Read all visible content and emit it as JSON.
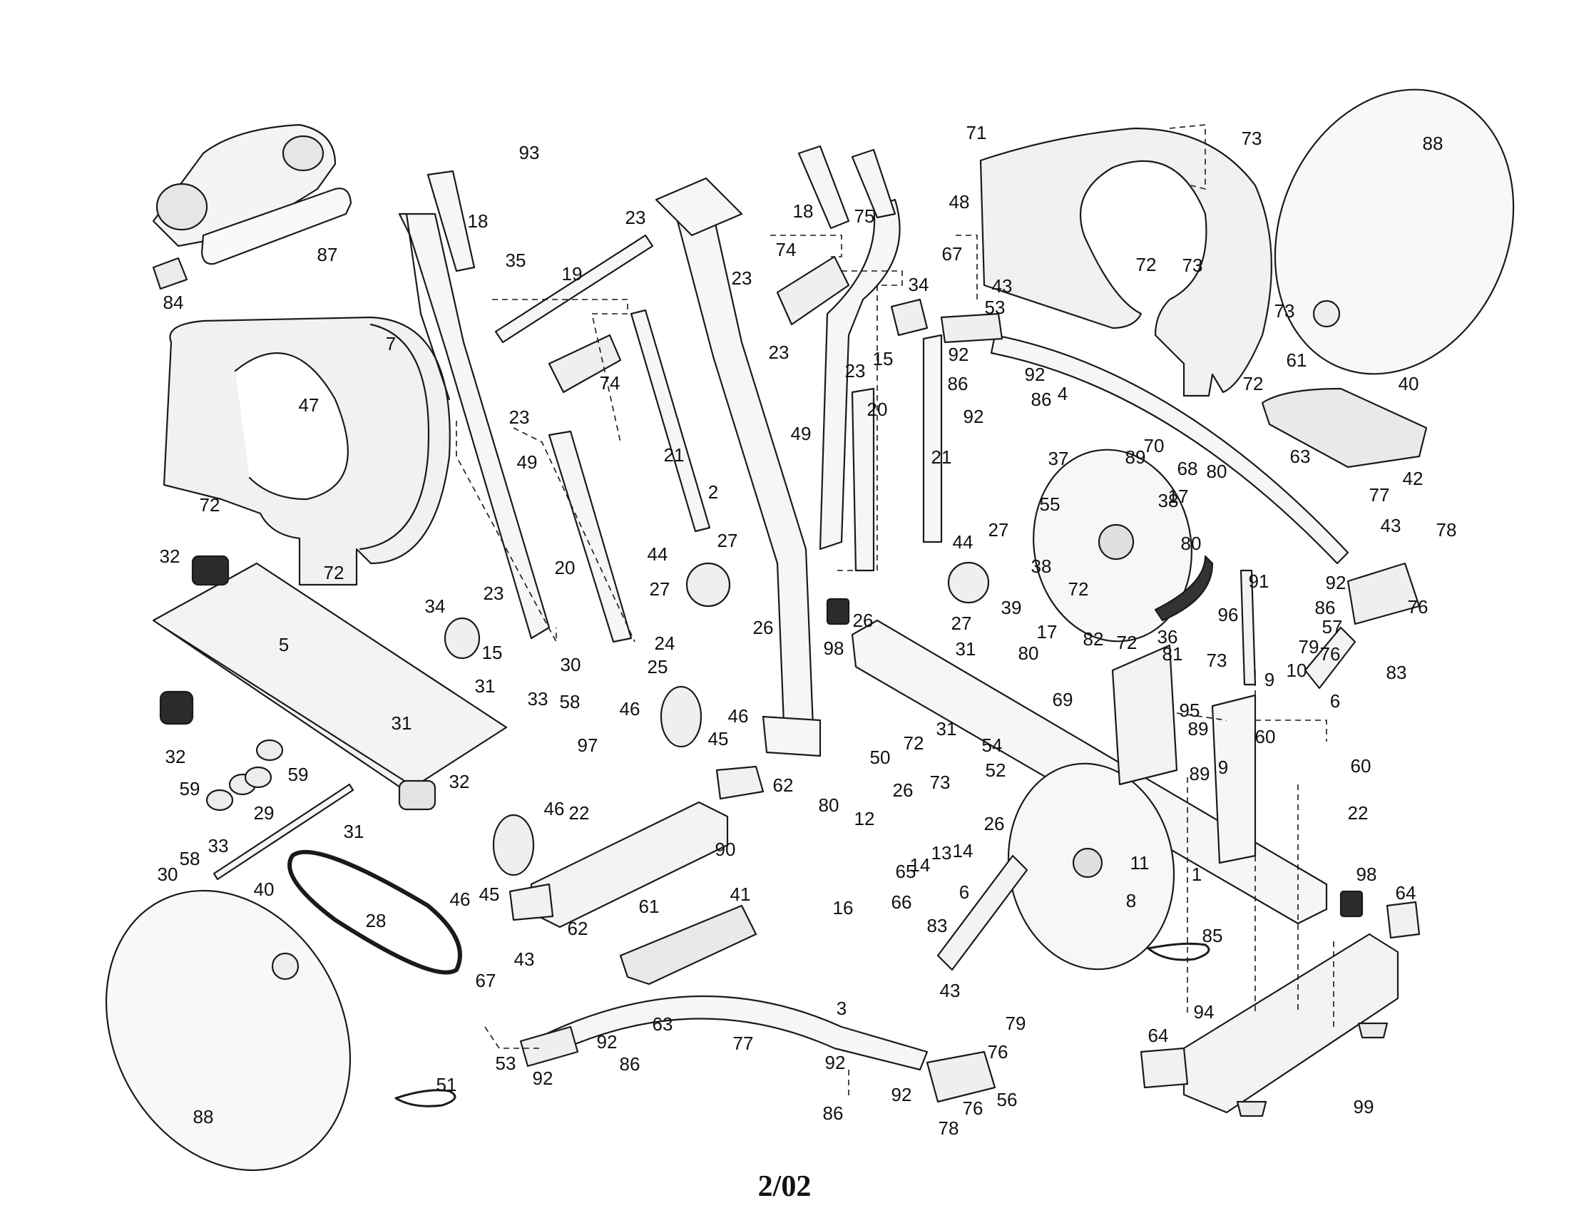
{
  "page_label": "2/02",
  "parts": [
    {
      "id": "p-1",
      "label": "1"
    },
    {
      "id": "p-2",
      "label": "2"
    },
    {
      "id": "p-3",
      "label": "3"
    },
    {
      "id": "p-4",
      "label": "4"
    },
    {
      "id": "p-5",
      "label": "5"
    },
    {
      "id": "p-6a",
      "label": "6"
    },
    {
      "id": "p-6b",
      "label": "6"
    },
    {
      "id": "p-7",
      "label": "7"
    },
    {
      "id": "p-8",
      "label": "8"
    },
    {
      "id": "p-9a",
      "label": "9"
    },
    {
      "id": "p-9b",
      "label": "9"
    },
    {
      "id": "p-10",
      "label": "10"
    },
    {
      "id": "p-11",
      "label": "11"
    },
    {
      "id": "p-12",
      "label": "12"
    },
    {
      "id": "p-13",
      "label": "13"
    },
    {
      "id": "p-14a",
      "label": "14"
    },
    {
      "id": "p-14b",
      "label": "14"
    },
    {
      "id": "p-15a",
      "label": "15"
    },
    {
      "id": "p-15b",
      "label": "15"
    },
    {
      "id": "p-16",
      "label": "16"
    },
    {
      "id": "p-17a",
      "label": "17"
    },
    {
      "id": "p-17b",
      "label": "17"
    },
    {
      "id": "p-18a",
      "label": "18"
    },
    {
      "id": "p-18b",
      "label": "18"
    },
    {
      "id": "p-19",
      "label": "19"
    },
    {
      "id": "p-20a",
      "label": "20"
    },
    {
      "id": "p-20b",
      "label": "20"
    },
    {
      "id": "p-21a",
      "label": "21"
    },
    {
      "id": "p-21b",
      "label": "21"
    },
    {
      "id": "p-22a",
      "label": "22"
    },
    {
      "id": "p-22b",
      "label": "22"
    },
    {
      "id": "p-23a",
      "label": "23"
    },
    {
      "id": "p-23b",
      "label": "23"
    },
    {
      "id": "p-23c",
      "label": "23"
    },
    {
      "id": "p-23d",
      "label": "23"
    },
    {
      "id": "p-23e",
      "label": "23"
    },
    {
      "id": "p-23f",
      "label": "23"
    },
    {
      "id": "p-24",
      "label": "24"
    },
    {
      "id": "p-25",
      "label": "25"
    },
    {
      "id": "p-26a",
      "label": "26"
    },
    {
      "id": "p-26b",
      "label": "26"
    },
    {
      "id": "p-26c",
      "label": "26"
    },
    {
      "id": "p-26d",
      "label": "26"
    },
    {
      "id": "p-27a",
      "label": "27"
    },
    {
      "id": "p-27b",
      "label": "27"
    },
    {
      "id": "p-27c",
      "label": "27"
    },
    {
      "id": "p-27d",
      "label": "27"
    },
    {
      "id": "p-28",
      "label": "28"
    },
    {
      "id": "p-29",
      "label": "29"
    },
    {
      "id": "p-30a",
      "label": "30"
    },
    {
      "id": "p-30b",
      "label": "30"
    },
    {
      "id": "p-31a",
      "label": "31"
    },
    {
      "id": "p-31b",
      "label": "31"
    },
    {
      "id": "p-31c",
      "label": "31"
    },
    {
      "id": "p-31d",
      "label": "31"
    },
    {
      "id": "p-31e",
      "label": "31"
    },
    {
      "id": "p-32a",
      "label": "32"
    },
    {
      "id": "p-32b",
      "label": "32"
    },
    {
      "id": "p-32c",
      "label": "32"
    },
    {
      "id": "p-33a",
      "label": "33"
    },
    {
      "id": "p-33b",
      "label": "33"
    },
    {
      "id": "p-34a",
      "label": "34"
    },
    {
      "id": "p-34b",
      "label": "34"
    },
    {
      "id": "p-35",
      "label": "35"
    },
    {
      "id": "p-36",
      "label": "36"
    },
    {
      "id": "p-37",
      "label": "37"
    },
    {
      "id": "p-38a",
      "label": "38"
    },
    {
      "id": "p-38b",
      "label": "38"
    },
    {
      "id": "p-39",
      "label": "39"
    },
    {
      "id": "p-40a",
      "label": "40"
    },
    {
      "id": "p-40b",
      "label": "40"
    },
    {
      "id": "p-41",
      "label": "41"
    },
    {
      "id": "p-42",
      "label": "42"
    },
    {
      "id": "p-43a",
      "label": "43"
    },
    {
      "id": "p-43b",
      "label": "43"
    },
    {
      "id": "p-43c",
      "label": "43"
    },
    {
      "id": "p-43d",
      "label": "43"
    },
    {
      "id": "p-44a",
      "label": "44"
    },
    {
      "id": "p-44b",
      "label": "44"
    },
    {
      "id": "p-45a",
      "label": "45"
    },
    {
      "id": "p-45b",
      "label": "45"
    },
    {
      "id": "p-46a",
      "label": "46"
    },
    {
      "id": "p-46b",
      "label": "46"
    },
    {
      "id": "p-46c",
      "label": "46"
    },
    {
      "id": "p-46d",
      "label": "46"
    },
    {
      "id": "p-47",
      "label": "47"
    },
    {
      "id": "p-48",
      "label": "48"
    },
    {
      "id": "p-49a",
      "label": "49"
    },
    {
      "id": "p-49b",
      "label": "49"
    },
    {
      "id": "p-50",
      "label": "50"
    },
    {
      "id": "p-51",
      "label": "51"
    },
    {
      "id": "p-52",
      "label": "52"
    },
    {
      "id": "p-53a",
      "label": "53"
    },
    {
      "id": "p-53b",
      "label": "53"
    },
    {
      "id": "p-54",
      "label": "54"
    },
    {
      "id": "p-55",
      "label": "55"
    },
    {
      "id": "p-56",
      "label": "56"
    },
    {
      "id": "p-57",
      "label": "57"
    },
    {
      "id": "p-58a",
      "label": "58"
    },
    {
      "id": "p-58b",
      "label": "58"
    },
    {
      "id": "p-59a",
      "label": "59"
    },
    {
      "id": "p-59b",
      "label": "59"
    },
    {
      "id": "p-60a",
      "label": "60"
    },
    {
      "id": "p-60b",
      "label": "60"
    },
    {
      "id": "p-61a",
      "label": "61"
    },
    {
      "id": "p-61b",
      "label": "61"
    },
    {
      "id": "p-62a",
      "label": "62"
    },
    {
      "id": "p-62b",
      "label": "62"
    },
    {
      "id": "p-63a",
      "label": "63"
    },
    {
      "id": "p-63b",
      "label": "63"
    },
    {
      "id": "p-64a",
      "label": "64"
    },
    {
      "id": "p-64b",
      "label": "64"
    },
    {
      "id": "p-65",
      "label": "65"
    },
    {
      "id": "p-66",
      "label": "66"
    },
    {
      "id": "p-67a",
      "label": "67"
    },
    {
      "id": "p-67b",
      "label": "67"
    },
    {
      "id": "p-68",
      "label": "68"
    },
    {
      "id": "p-69",
      "label": "69"
    },
    {
      "id": "p-70",
      "label": "70"
    },
    {
      "id": "p-71",
      "label": "71"
    },
    {
      "id": "p-72a",
      "label": "72"
    },
    {
      "id": "p-72b",
      "label": "72"
    },
    {
      "id": "p-72c",
      "label": "72"
    },
    {
      "id": "p-72d",
      "label": "72"
    },
    {
      "id": "p-72e",
      "label": "72"
    },
    {
      "id": "p-72f",
      "label": "72"
    },
    {
      "id": "p-72g",
      "label": "72"
    },
    {
      "id": "p-73a",
      "label": "73"
    },
    {
      "id": "p-73b",
      "label": "73"
    },
    {
      "id": "p-73c",
      "label": "73"
    },
    {
      "id": "p-73d",
      "label": "73"
    },
    {
      "id": "p-73e",
      "label": "73"
    },
    {
      "id": "p-74a",
      "label": "74"
    },
    {
      "id": "p-74b",
      "label": "74"
    },
    {
      "id": "p-75",
      "label": "75"
    },
    {
      "id": "p-76a",
      "label": "76"
    },
    {
      "id": "p-76b",
      "label": "76"
    },
    {
      "id": "p-76c",
      "label": "76"
    },
    {
      "id": "p-76d",
      "label": "76"
    },
    {
      "id": "p-77a",
      "label": "77"
    },
    {
      "id": "p-77b",
      "label": "77"
    },
    {
      "id": "p-78a",
      "label": "78"
    },
    {
      "id": "p-78b",
      "label": "78"
    },
    {
      "id": "p-79a",
      "label": "79"
    },
    {
      "id": "p-79b",
      "label": "79"
    },
    {
      "id": "p-80a",
      "label": "80"
    },
    {
      "id": "p-80b",
      "label": "80"
    },
    {
      "id": "p-80c",
      "label": "80"
    },
    {
      "id": "p-80d",
      "label": "80"
    },
    {
      "id": "p-81",
      "label": "81"
    },
    {
      "id": "p-82",
      "label": "82"
    },
    {
      "id": "p-83a",
      "label": "83"
    },
    {
      "id": "p-83b",
      "label": "83"
    },
    {
      "id": "p-84",
      "label": "84"
    },
    {
      "id": "p-85",
      "label": "85"
    },
    {
      "id": "p-86a",
      "label": "86"
    },
    {
      "id": "p-86b",
      "label": "86"
    },
    {
      "id": "p-86c",
      "label": "86"
    },
    {
      "id": "p-86d",
      "label": "86"
    },
    {
      "id": "p-86e",
      "label": "86"
    },
    {
      "id": "p-87",
      "label": "87"
    },
    {
      "id": "p-88a",
      "label": "88"
    },
    {
      "id": "p-88b",
      "label": "88"
    },
    {
      "id": "p-89a",
      "label": "89"
    },
    {
      "id": "p-89b",
      "label": "89"
    },
    {
      "id": "p-89c",
      "label": "89"
    },
    {
      "id": "p-90",
      "label": "90"
    },
    {
      "id": "p-91",
      "label": "91"
    },
    {
      "id": "p-92a",
      "label": "92"
    },
    {
      "id": "p-92b",
      "label": "92"
    },
    {
      "id": "p-92c",
      "label": "92"
    },
    {
      "id": "p-92d",
      "label": "92"
    },
    {
      "id": "p-92e",
      "label": "92"
    },
    {
      "id": "p-92f",
      "label": "92"
    },
    {
      "id": "p-92g",
      "label": "92"
    },
    {
      "id": "p-92h",
      "label": "92"
    },
    {
      "id": "p-93",
      "label": "93"
    },
    {
      "id": "p-94",
      "label": "94"
    },
    {
      "id": "p-95",
      "label": "95"
    },
    {
      "id": "p-96",
      "label": "96"
    },
    {
      "id": "p-97",
      "label": "97"
    },
    {
      "id": "p-98a",
      "label": "98"
    },
    {
      "id": "p-98b",
      "label": "98"
    },
    {
      "id": "p-99",
      "label": "99"
    }
  ]
}
